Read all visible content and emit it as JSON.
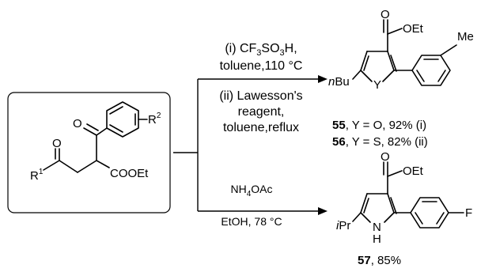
{
  "reactant": {
    "atoms": {
      "ketone_o": "O",
      "acyl_o": "O",
      "r1": "R",
      "r1_sup": "1",
      "r2": "R",
      "r2_sup": "2",
      "ester": "COOEt"
    }
  },
  "top_route": {
    "cond_i_prefix": "(i) CF",
    "cond_i_sub1": "3",
    "cond_i_mid": "SO",
    "cond_i_sub2": "3",
    "cond_i_end": "H,",
    "cond_i_line2": "toluene,110 °C",
    "cond_ii_line1": "(ii) Lawesson's",
    "cond_ii_line2": "reagent,",
    "cond_ii_line3": "toluene,reflux"
  },
  "bottom_route": {
    "reagent_prefix": "NH",
    "reagent_sub": "4",
    "reagent_end": "OAc",
    "solvent": "EtOH, 78 °C"
  },
  "product_top": {
    "carbonyl_o": "O",
    "ester_oet": "OEt",
    "methyl": "Me",
    "heteroatom": "Y",
    "nbu_n": "n",
    "nbu_bu": "Bu",
    "result_55_id": "55",
    "result_55_text": ", Y = O, 92% (i)",
    "result_56_id": "56",
    "result_56_text": ", Y = S, 82% (ii)"
  },
  "product_bottom": {
    "carbonyl_o": "O",
    "ester_oet": "OEt",
    "fluoro": "F",
    "ring_n": "N",
    "ring_h": "H",
    "ipr_i": "i",
    "ipr_pr": "Pr",
    "result_57_id": "57",
    "result_57_text": ", 85%"
  }
}
